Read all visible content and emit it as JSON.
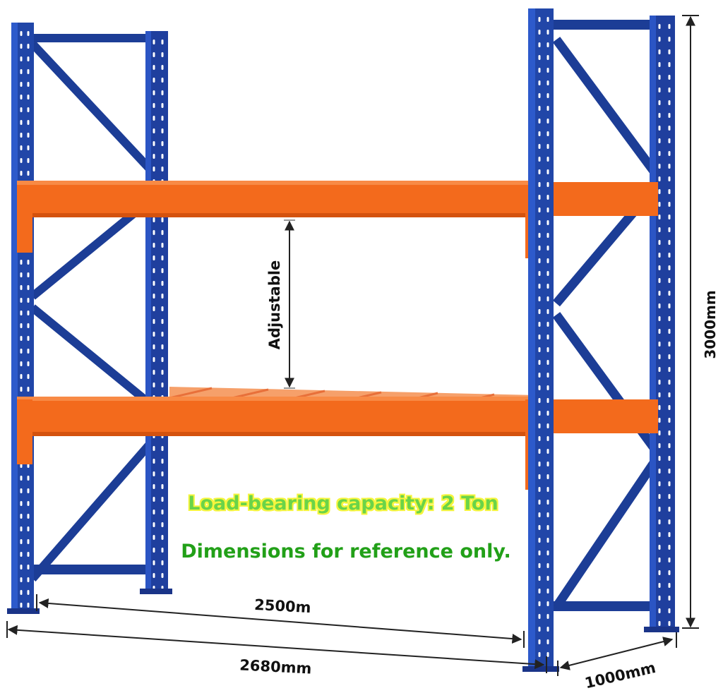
{
  "labels": {
    "height": "3000mm",
    "width_inner": "2500m",
    "width_outer": "2680mm",
    "depth": "1000mm",
    "adjustable": "Adjustable"
  },
  "notes": {
    "capacity": "Load-bearing capacity: 2 Ton",
    "reference": "Dimensions for reference only."
  },
  "colors": {
    "upright": "#2146a8",
    "upright_dark": "#152f7a",
    "beam": "#f36a1c",
    "beam_dark": "#d4520e",
    "capacity_text": "#6ad44a",
    "capacity_glow": "#f5f53c",
    "note_text": "#22a018",
    "dimension": "#222222"
  }
}
